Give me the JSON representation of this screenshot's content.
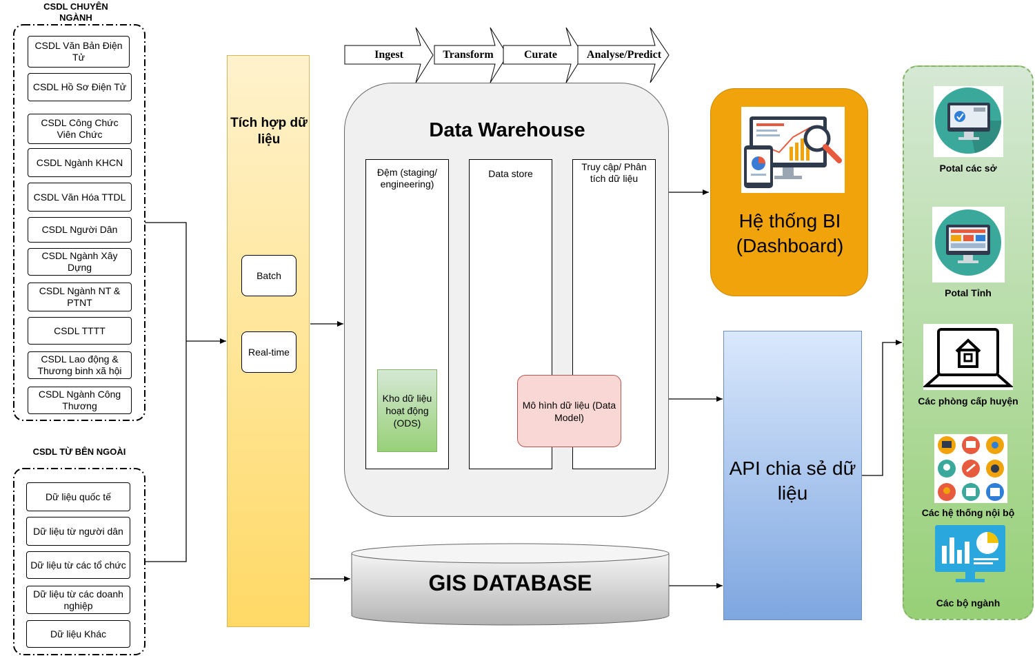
{
  "internal_group": {
    "title": "CSDL  CHUYÊN NGÀNH",
    "items": [
      "CSDL Văn Bản Điện Tử",
      "CSDL Hồ Sơ Điện Tử",
      "CSDL Công Chức Viên Chức",
      "CSDL Ngành KHCN",
      "CSDL Văn Hóa TTDL",
      "CSDL Người Dân",
      "CSDL Ngành Xây Dựng",
      "CSDL Ngành NT & PTNT",
      "CSDL  TTTT",
      "CSDL  Lao động & Thương binh xã hội",
      "CSDL  Ngành Công Thương"
    ]
  },
  "external_group": {
    "title": "CSDL  TỪ BÊN NGOÀI",
    "items": [
      "Dữ liệu quốc tế",
      "Dữ liệu từ người dân",
      "Dữ liệu từ các tổ chức",
      "Dữ liệu từ các doanh nghiệp",
      "Dữ liệu Khác"
    ]
  },
  "integration": {
    "title": "Tích hợp dữ liệu",
    "modes": [
      "Batch",
      "Real-time"
    ]
  },
  "pipeline_steps": [
    "Ingest",
    "Transform",
    "Curate",
    "Analyse/Predict"
  ],
  "data_warehouse": {
    "title": "Data Warehouse",
    "columns": [
      "Đệm (staging/ engineering)",
      "Data store",
      "Truy cập/  Phân tích dữ liệu"
    ],
    "ods_label": "Kho dữ liệu hoạt động (ODS)",
    "model_label": "Mô hình dữ liệu (Data Model)"
  },
  "gis": {
    "label": "GIS DATABASE"
  },
  "bi": {
    "label": "Hệ thống BI (Dashboard)"
  },
  "api": {
    "label": "API chia sẻ dữ liệu"
  },
  "channels": [
    {
      "label": "Potal các sở",
      "icon": "monitor-check-icon"
    },
    {
      "label": "Potal Tỉnh",
      "icon": "monitor-dashboard-icon"
    },
    {
      "label": "Các phòng cấp huyện",
      "icon": "laptop-home-icon"
    },
    {
      "label": "Các hệ thống nội bộ",
      "icon": "app-grid-icon"
    },
    {
      "label": "Các bộ ngành",
      "icon": "monitor-chart-icon"
    }
  ],
  "colors": {
    "integration": "#ffd966",
    "bi": "#f0a30a",
    "api": "#7ea6e0",
    "channels_bg": "#97d077",
    "ods": "#97d077",
    "model": "#f8d7d4"
  }
}
